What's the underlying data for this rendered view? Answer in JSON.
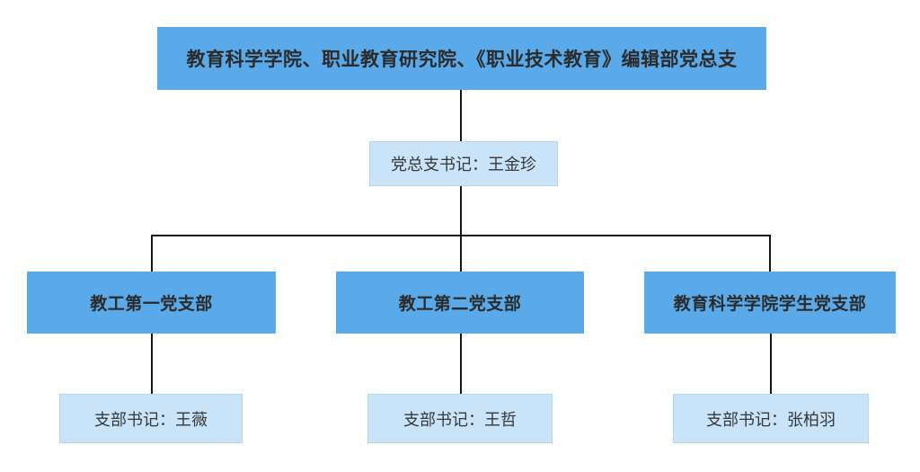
{
  "org_chart": {
    "root": {
      "label": "教育科学学院、职业教育研究院、《职业技术教育》编辑部党总支"
    },
    "root_secretary": {
      "label": "党总支书记：王金珍"
    },
    "branches": [
      {
        "label": "教工第一党支部",
        "secretary_label": "支部书记：王薇"
      },
      {
        "label": "教工第二党支部",
        "secretary_label": "支部书记：王哲"
      },
      {
        "label": "教育科学学院学生党支部",
        "secretary_label": "支部书记：张柏羽"
      }
    ],
    "colors": {
      "primary_box": "#5aa9e8",
      "light_box": "#c9e3f8",
      "connector_line": "#151515",
      "text": "#2b2b2b",
      "background": "#ffffff"
    }
  }
}
